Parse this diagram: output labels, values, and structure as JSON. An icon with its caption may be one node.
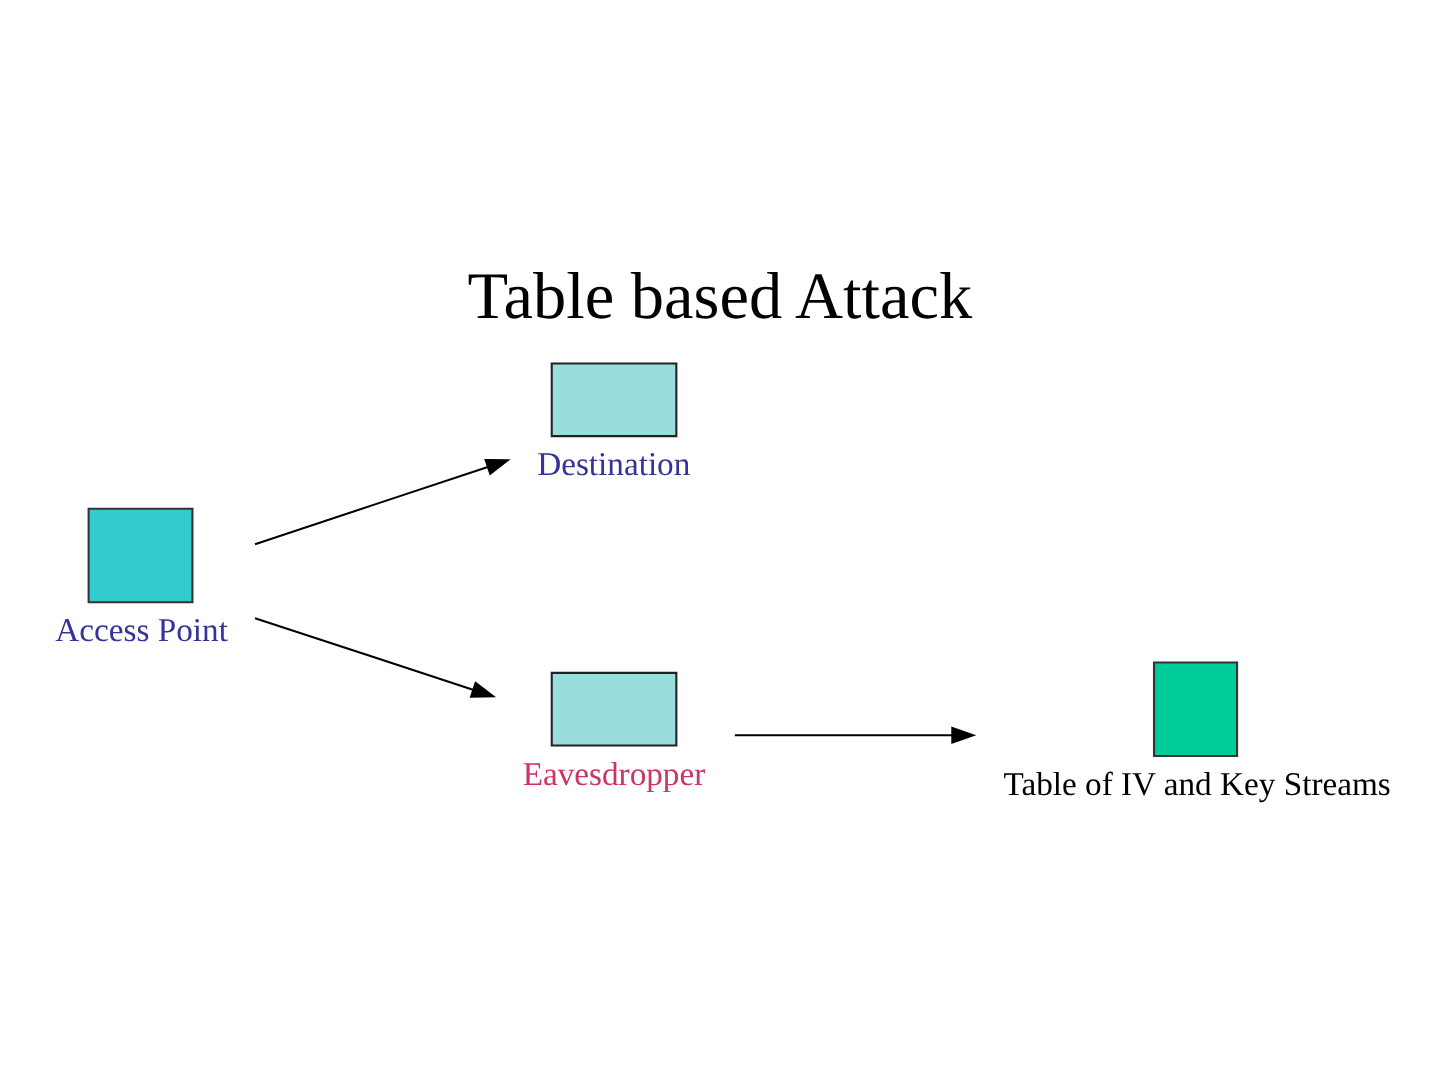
{
  "diagram": {
    "title": "Table based Attack",
    "nodes": [
      {
        "text": [
          "Access Point"
        ]
      },
      {
        "text": [
          "Destination"
        ]
      },
      {
        "text": [
          "Eavesdropper"
        ]
      },
      {
        "text": [
          "Table of IV and Key Streams"
        ]
      }
    ],
    "edges": [
      {
        "from": 0,
        "to": 1,
        "arrow": "to"
      },
      {
        "from": 0,
        "to": 2,
        "arrow": "to"
      },
      {
        "from": 2,
        "to": 3,
        "arrow": "to"
      }
    ]
  }
}
